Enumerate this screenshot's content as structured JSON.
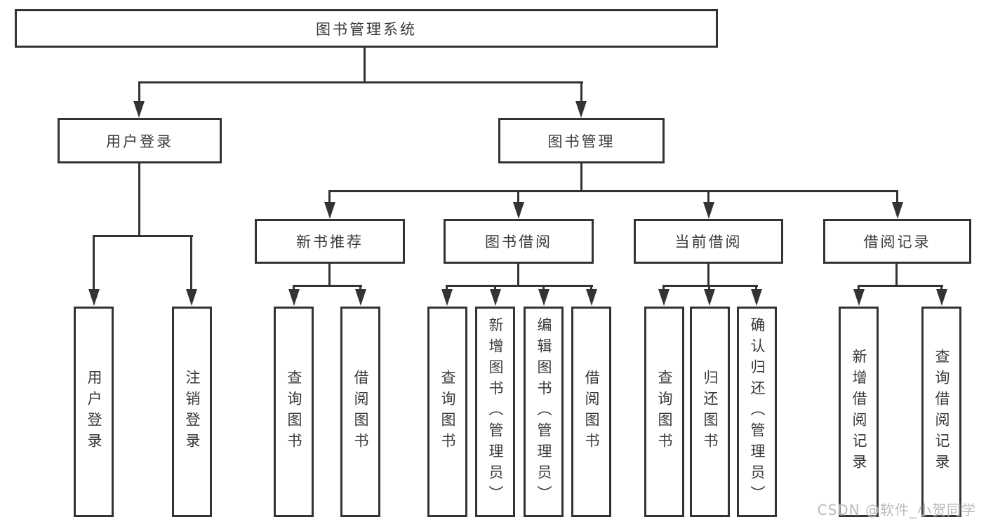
{
  "root": {
    "label": "图书管理系统"
  },
  "branches": [
    {
      "label": "用户登录",
      "children": [
        "用户登录",
        "注销登录"
      ]
    },
    {
      "label": "图书管理",
      "modules": [
        {
          "label": "新书推荐",
          "children": [
            "查询图书",
            "借阅图书"
          ]
        },
        {
          "label": "图书借阅",
          "children": [
            "查询图书",
            "新增图书（管理员）",
            "编辑图书（管理员）",
            "借阅图书"
          ]
        },
        {
          "label": "当前借阅",
          "children": [
            "查询图书",
            "归还图书",
            "确认归还（管理员）"
          ]
        },
        {
          "label": "借阅记录",
          "children": [
            "新增借阅记录",
            "查询借阅记录"
          ]
        }
      ]
    }
  ],
  "watermark": "CSDN @软件_小贺同学",
  "colors": {
    "line": "#333333",
    "text": "#3a3a3a",
    "background": "#ffffff",
    "watermark": "#b3b3b3"
  }
}
